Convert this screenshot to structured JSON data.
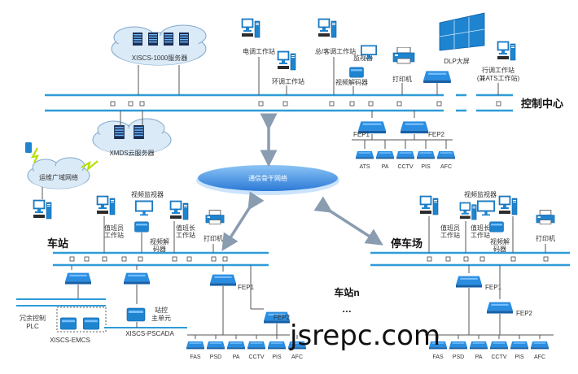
{
  "colors": {
    "bus": "#2e9bd8",
    "device": "#1e84cf",
    "cloud": "#dbeaf7",
    "backbone": "#3f8fe0",
    "arrow": "#8a9cb0",
    "dashed": "#333333"
  },
  "labels": {
    "control_center": "控制中心",
    "station": "车站",
    "depot": "停车场",
    "station_n": "车站n",
    "ellipsis": "…",
    "backbone": "通信骨干网络",
    "xiscs1000": "XISCS-1000服务器",
    "xmds": "XMDS云服务器",
    "wan": "运维广域网络",
    "power_ws": "电调工作站",
    "env_ws": "环调工作站",
    "chief_ws_1": "总/客调工作站",
    "monitor_cc": "监视器",
    "video_decoder_cc": "视频解码器",
    "printer_cc": "打印机",
    "dlp": "DLP大屏",
    "dispatch_ws_1": "行调工作站",
    "dispatch_ws_2": "(兼ATS工作站)",
    "fep1_cc": "FEP1",
    "fep2_cc": "FEP2",
    "video_monitor_st": "视频监视器",
    "duty_ws_st_1": "值班员",
    "duty_ws_st_2": "工作站",
    "video_decoder_st_1": "视频解",
    "video_decoder_st_2": "码器",
    "leader_ws_st_1": "值班长",
    "leader_ws_st_2": "工作站",
    "printer_st": "打印机",
    "fep1_st": "FEP1",
    "fep2_st": "FEP2",
    "redundant_plc_1": "冗余控制",
    "redundant_plc_2": "PLC",
    "station_ctrl_1": "站控",
    "station_ctrl_2": "主单元",
    "xiscs_emcs": "XISCS-EMCS",
    "xiscs_pscada": "XISCS-PSCADA",
    "video_monitor_dp": "视频监视器",
    "duty_ws_dp_1": "值班员",
    "duty_ws_dp_2": "工作站",
    "leader_ws_dp_1": "值班长",
    "leader_ws_dp_2": "工作站",
    "video_decoder_dp_1": "视频解",
    "video_decoder_dp_2": "码器",
    "printer_dp": "打印机",
    "fep1_dp": "FEP1",
    "fep2_dp": "FEP2",
    "watermark": "jsrepc.com"
  },
  "subsystems": {
    "control_center": [
      "ATS",
      "PA",
      "CCTV",
      "PIS",
      "AFC"
    ],
    "station": [
      "FAS",
      "PSD",
      "PA",
      "CCTV",
      "PIS",
      "AFC"
    ],
    "depot": [
      "FAS",
      "PSD",
      "PA",
      "CCTV",
      "PIS",
      "AFC"
    ]
  }
}
